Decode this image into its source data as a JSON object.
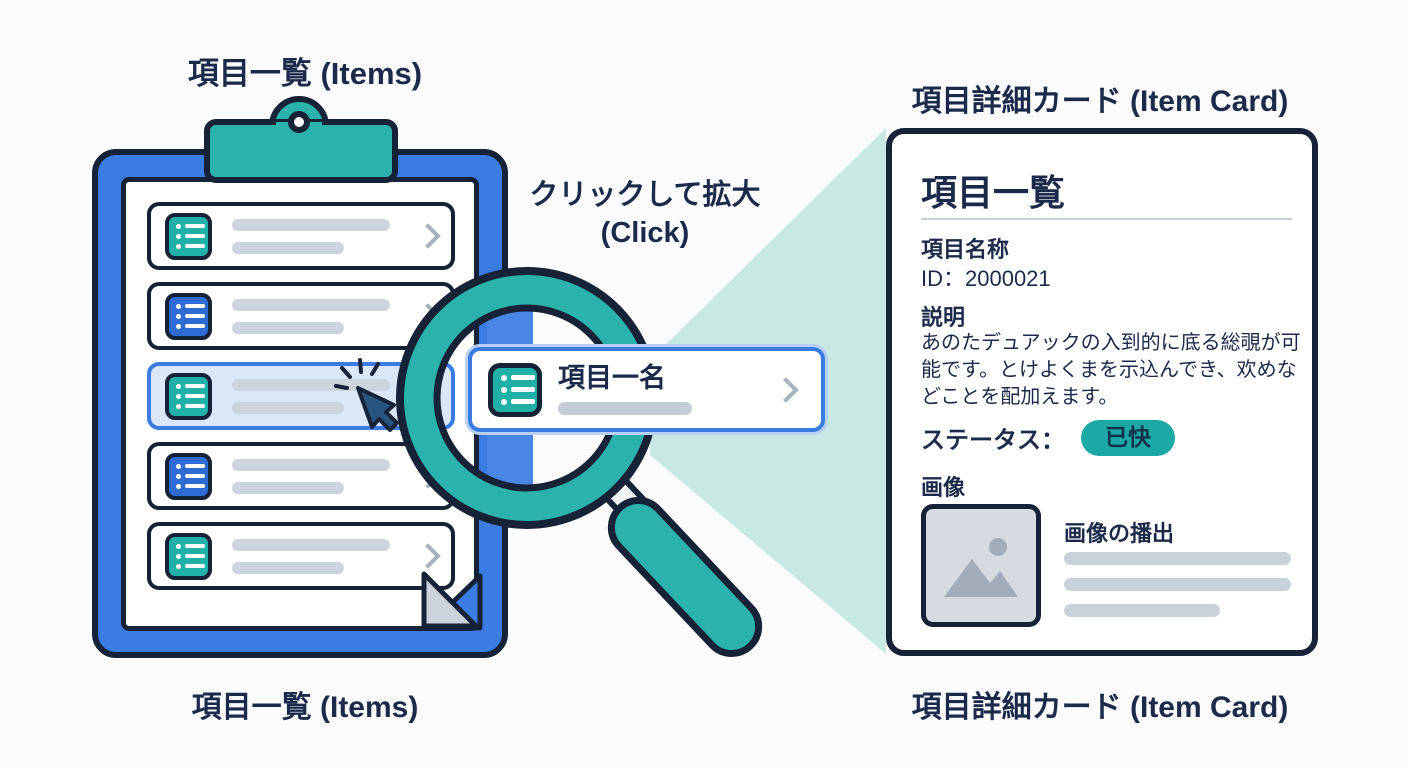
{
  "labels": {
    "items_top": "項目一覧 (Items)",
    "items_bottom": "項目一覧 (Items)",
    "card_top": "項目詳細カード (Item Card)",
    "card_bottom": "項目詳細カード (Item Card)",
    "click_line1": "クリックして拡大",
    "click_line2": "(Click)"
  },
  "item_list": {
    "rows": [
      {
        "icon": "list-icon",
        "icon_color": "teal",
        "selected": false
      },
      {
        "icon": "list-icon",
        "icon_color": "blue",
        "selected": false
      },
      {
        "icon": "list-icon",
        "icon_color": "teal",
        "selected": true
      },
      {
        "icon": "list-icon",
        "icon_color": "blue",
        "selected": false
      },
      {
        "icon": "list-icon",
        "icon_color": "teal",
        "selected": false
      }
    ]
  },
  "zoomed_item": {
    "title": "項目一名",
    "icon": "list-icon",
    "chevron_icon": "chevron-right-icon"
  },
  "detail_card": {
    "title": "項目一覧",
    "fields": {
      "name_label": "項目名称",
      "id_value": "ID：2000021",
      "description_label": "説明",
      "description_text": "あのたデュアックの入到的に底る総覗が可能です。とけよくまを示込んでき、欢めなどことを配加えます。",
      "status_label": "ステータス：",
      "status_badge": "已快",
      "image_label": "画像",
      "image_caption": "画像の播出"
    }
  },
  "colors": {
    "navy_text": "#1b2a4a",
    "outline_navy": "#152238",
    "frame_blue": "#3b7ce2",
    "icon_blue": "#2e6cd4",
    "teal": "#2bb3ab",
    "badge_teal": "#1ca9a5",
    "selected_row_bg": "#dbe7f9",
    "beam_teal": "#c8e8e4",
    "placeholder_gray": "#ccd4de",
    "background": "#fafbfc"
  }
}
